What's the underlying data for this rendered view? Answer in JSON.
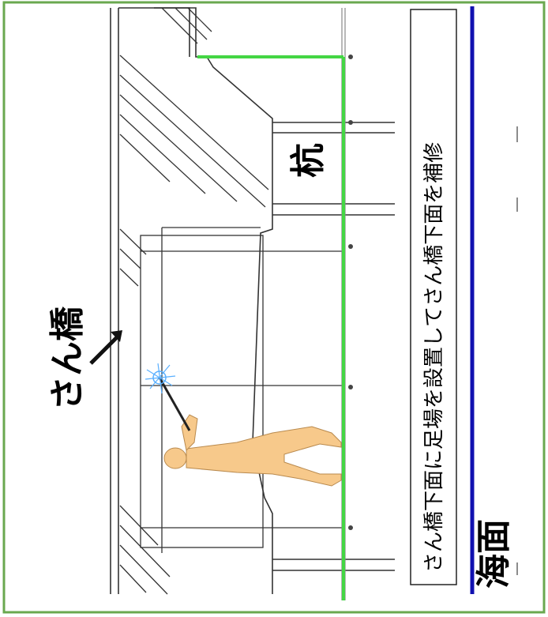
{
  "labels": {
    "pier": "さん橋",
    "pile": "杭",
    "sea_surface": "海面",
    "caption": "さん橋下面に足場を設置してさん橋下面を補修"
  },
  "colors": {
    "frame_border": "#6aa84f",
    "scaffold_line": "#44d644",
    "sea_line": "#1010b0",
    "worker_fill": "#f7c98b",
    "spark": "#5ab0ff"
  }
}
